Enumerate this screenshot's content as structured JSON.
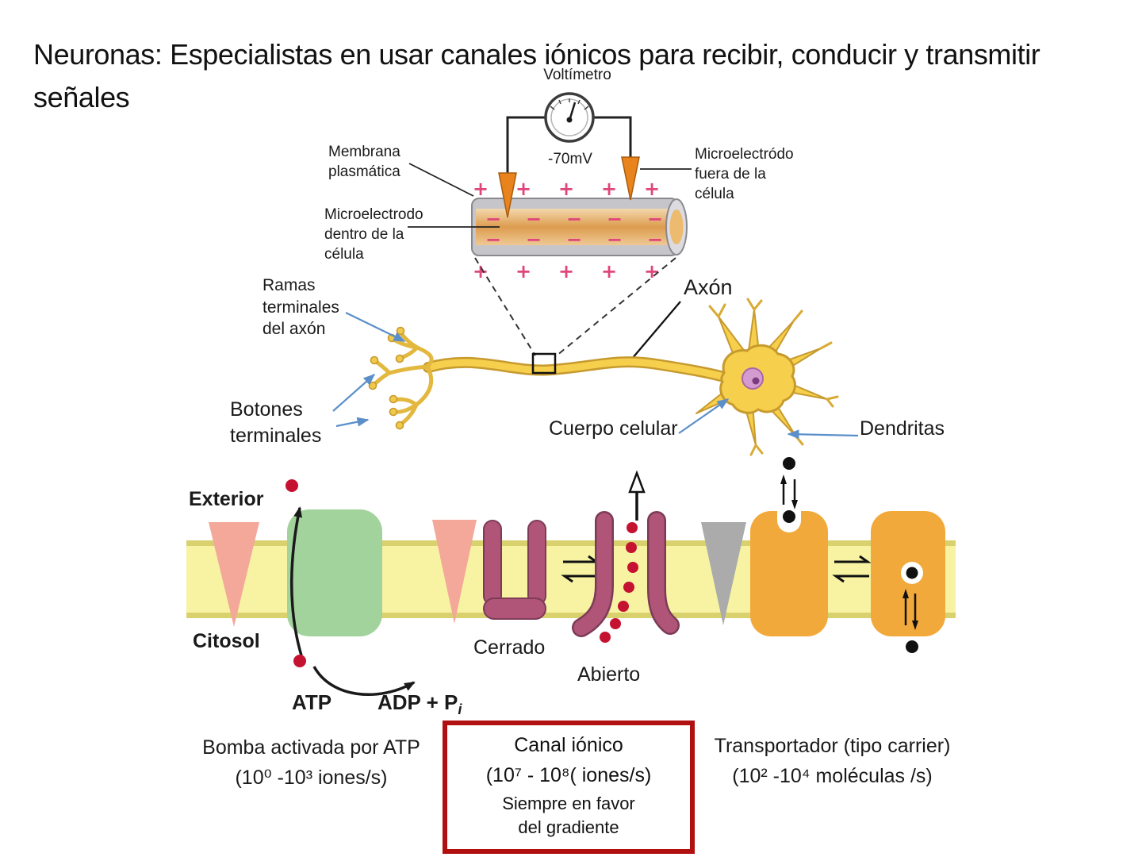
{
  "title": "Neuronas: Especialistas en usar canales iónicos para recibir, conducir y transmitir señales",
  "voltmeter_diagram": {
    "voltmeter_label": "Voltímetro",
    "reading": "-70mV",
    "membrane_label": "Membrana plasmática",
    "electrode_inside_label": "Microelectrodo dentro de la célula",
    "electrode_outside_label": "Microelectródo fuera de la célula",
    "plus": "+",
    "minus": "−"
  },
  "neuron_diagram": {
    "axon_label": "Axón",
    "terminal_branches_label": "Ramas terminales del axón",
    "terminal_buttons_label": "Botones terminales",
    "cell_body_label": "Cuerpo celular",
    "dendrites_label": "Dendritas"
  },
  "membrane_diagram": {
    "exterior_label": "Exterior",
    "cytosol_label": "Citosol",
    "closed_label": "Cerrado",
    "open_label": "Abierto",
    "atp_label": "ATP",
    "adp_label": "ADP + P",
    "adp_subscript": "i",
    "pump_caption_line1": "Bomba activada por ATP",
    "pump_caption_line2": "(10⁰ -10³ iones/s)",
    "channel_caption_line1": "Canal iónico",
    "channel_caption_line2": "(10⁷ - 10⁸( iones/s)",
    "channel_caption_line3": "Siempre en favor",
    "channel_caption_line4": "del gradiente",
    "carrier_caption_line1": "Transportador (tipo carrier)",
    "carrier_caption_line2": "(10² -10⁴ moléculas /s)"
  },
  "colors": {
    "neuron_yellow": "#f6cf4d",
    "membrane_band_yellow": "#f8f3a3",
    "pump_green": "#a3d39c",
    "channel_maroon": "#b05577",
    "carrier_orange": "#f2a93b",
    "triangle_salmon": "#f4a89a",
    "triangle_gray": "#ababab",
    "ion_red": "#c41230",
    "charge_pink": "#e0457b",
    "arrow_blue": "#5b8fc9",
    "electrode_orange": "#e8831d",
    "highlight_box_red": "#b01010"
  }
}
